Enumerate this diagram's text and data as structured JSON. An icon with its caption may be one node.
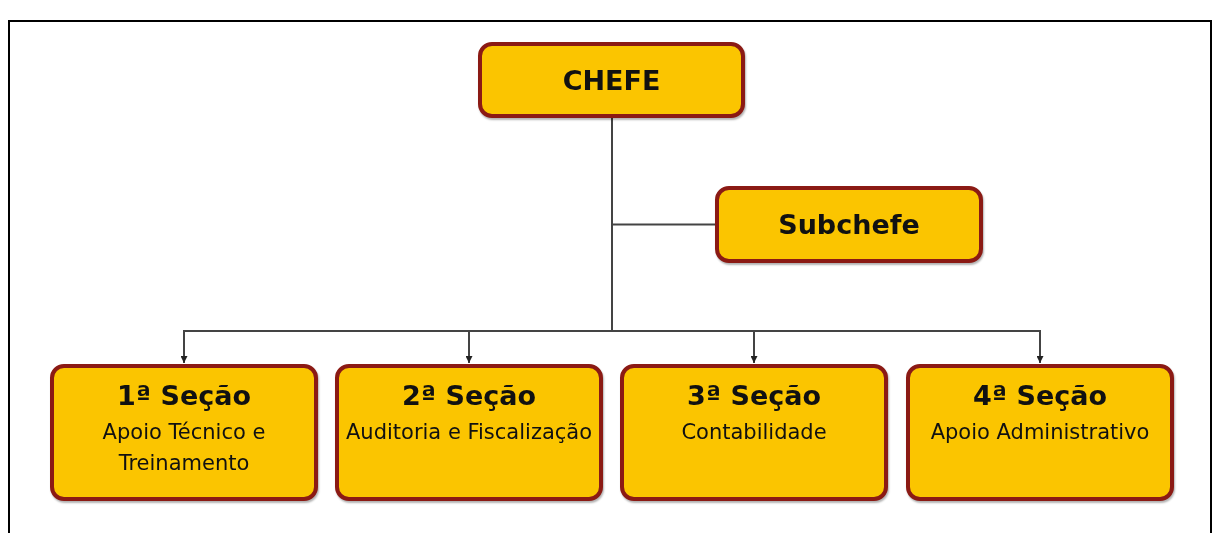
{
  "diagram": {
    "nodes": [
      {
        "text": [
          "CHEFE"
        ]
      },
      {
        "text": [
          "Subchefe"
        ]
      },
      {
        "text": [
          "1ª Seção",
          "Apoio Técnico e Treinamento"
        ]
      },
      {
        "text": [
          "2ª Seção",
          "Auditoria e Fiscalização"
        ]
      },
      {
        "text": [
          "3ª Seção",
          "Contabilidade"
        ]
      },
      {
        "text": [
          "4ª Seção",
          "Apoio Administrativo"
        ]
      }
    ],
    "edges": [
      {
        "from": 0,
        "to": 1,
        "arrow": "none"
      },
      {
        "from": 0,
        "to": 2,
        "arrow": "to"
      },
      {
        "from": 0,
        "to": 3,
        "arrow": "to"
      },
      {
        "from": 0,
        "to": 4,
        "arrow": "to"
      },
      {
        "from": 0,
        "to": 5,
        "arrow": "to"
      }
    ]
  }
}
